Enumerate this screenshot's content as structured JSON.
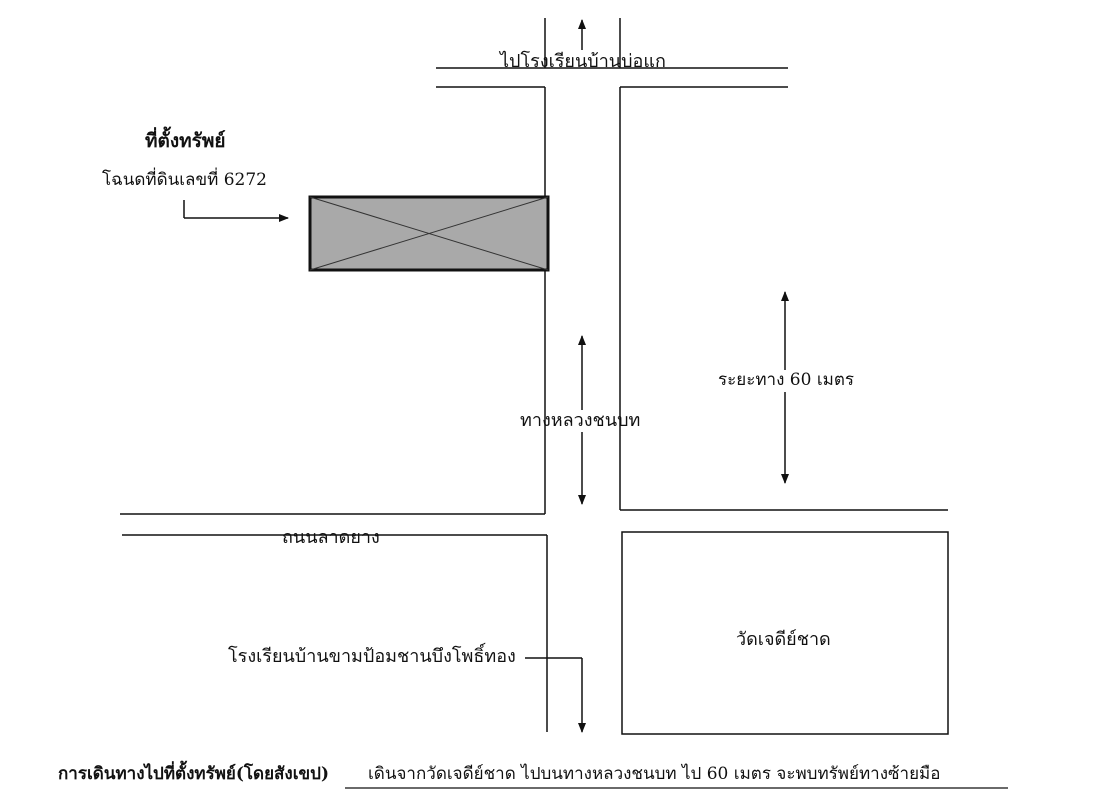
{
  "map": {
    "top_destination": "ไปโรงเรียนบ้านบ่อแก",
    "property_title": "ที่ตั้งทรัพย์",
    "property_deed": "โฉนดที่ดินเลขที่ 6272",
    "distance_label": "ระยะทาง 60 เมตร",
    "rural_road": "ทางหลวงชนบท",
    "paved_road": "ถนนลาดยาง",
    "school": "โรงเรียนบ้านขามป้อมชานบึงโพธิ์ทอง",
    "temple": "วัดเจดีย์ชาด"
  },
  "directions": {
    "label": "การเดินทางไปที่ตั้งทรัพย์(โดยสังเขป)",
    "text": "เดินจากวัดเจดีย์ชาด ไปบนทางหลวงชนบท  ไป 60 เมตร จะพบทรัพย์ทางซ้ายมือ"
  },
  "colors": {
    "line": "#111111",
    "property_fill": "#a9a9a9"
  }
}
